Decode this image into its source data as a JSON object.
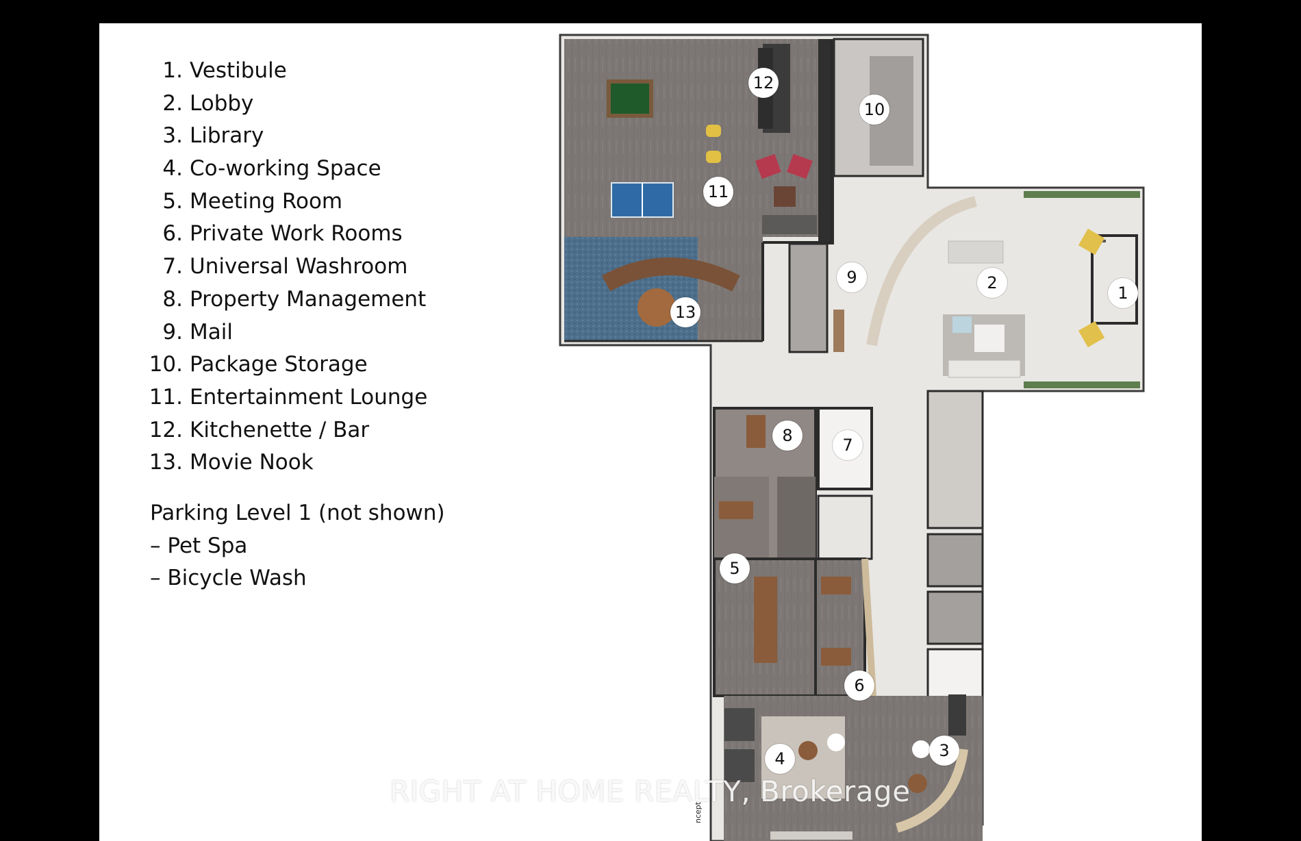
{
  "legend": {
    "items": [
      {
        "num": "1.",
        "label": "Vestibule"
      },
      {
        "num": "2.",
        "label": "Lobby"
      },
      {
        "num": "3.",
        "label": "Library"
      },
      {
        "num": "4.",
        "label": "Co-working Space"
      },
      {
        "num": "5.",
        "label": "Meeting Room"
      },
      {
        "num": "6.",
        "label": "Private Work Rooms"
      },
      {
        "num": "7.",
        "label": "Universal Washroom"
      },
      {
        "num": "8.",
        "label": "Property Management"
      },
      {
        "num": "9.",
        "label": "Mail"
      },
      {
        "num": "10.",
        "label": "Package Storage"
      },
      {
        "num": "11.",
        "label": "Entertainment Lounge"
      },
      {
        "num": "12.",
        "label": "Kitchenette / Bar"
      },
      {
        "num": "13.",
        "label": "Movie Nook"
      }
    ]
  },
  "parking": {
    "heading": "Parking Level 1 (not shown)",
    "items": [
      "– Pet Spa",
      "– Bicycle Wash"
    ]
  },
  "markers": [
    "1",
    "2",
    "3",
    "4",
    "5",
    "6",
    "7",
    "8",
    "9",
    "10",
    "11",
    "12",
    "13"
  ],
  "watermark": "RIGHT AT HOME REALTY, Brokerage",
  "concept_tag": "ncept",
  "colors": {
    "background": "#000000",
    "sheet": "#ffffff",
    "floor_wood": "#7d7875",
    "floor_light": "#e6e4e1",
    "carpet_blue": "#4b6f8e",
    "wall": "#2b2b2b"
  }
}
